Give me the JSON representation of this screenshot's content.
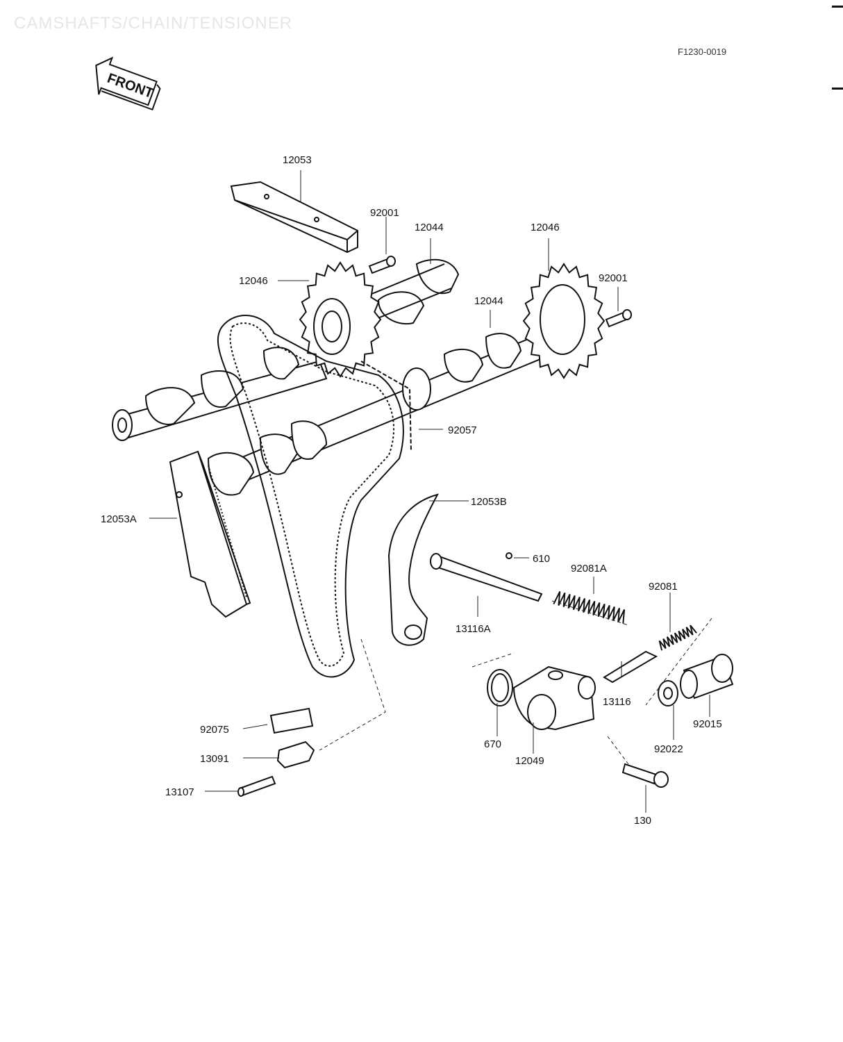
{
  "header": {
    "title": "CAMSHAFTS/CHAIN/TENSIONER",
    "diagram_code": "F1230-0019",
    "front_marker": "FRONT"
  },
  "parts": [
    {
      "id": "p-12053",
      "label": "12053"
    },
    {
      "id": "p-92001a",
      "label": "92001"
    },
    {
      "id": "p-12044a",
      "label": "12044"
    },
    {
      "id": "p-12046b",
      "label": "12046"
    },
    {
      "id": "p-12046a",
      "label": "12046"
    },
    {
      "id": "p-92001b",
      "label": "92001"
    },
    {
      "id": "p-12044b",
      "label": "12044"
    },
    {
      "id": "p-92057",
      "label": "92057"
    },
    {
      "id": "p-12053b",
      "label": "12053B"
    },
    {
      "id": "p-12053a",
      "label": "12053A"
    },
    {
      "id": "p-610",
      "label": "610"
    },
    {
      "id": "p-92081a",
      "label": "92081A"
    },
    {
      "id": "p-92081",
      "label": "92081"
    },
    {
      "id": "p-13116a",
      "label": "13116A"
    },
    {
      "id": "p-13116",
      "label": "13116"
    },
    {
      "id": "p-92075",
      "label": "92075"
    },
    {
      "id": "p-13091",
      "label": "13091"
    },
    {
      "id": "p-13107",
      "label": "13107"
    },
    {
      "id": "p-670",
      "label": "670"
    },
    {
      "id": "p-12049",
      "label": "12049"
    },
    {
      "id": "p-92022",
      "label": "92022"
    },
    {
      "id": "p-92015",
      "label": "92015"
    },
    {
      "id": "p-130",
      "label": "130"
    }
  ]
}
